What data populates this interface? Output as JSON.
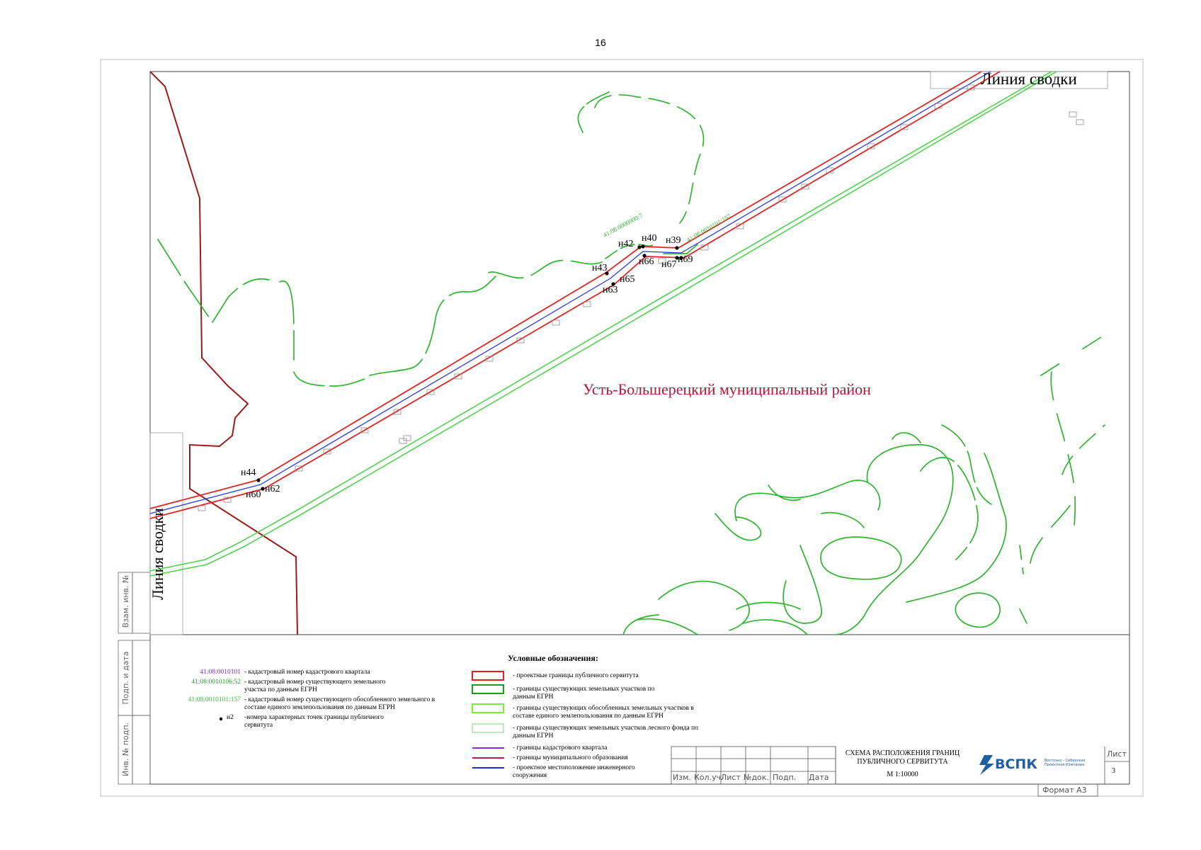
{
  "page_number": "16",
  "map": {
    "summary_line_label": "Линия сводки",
    "district_label": "Усть-Большерецкий муниципальный район",
    "parcel_labels": [
      "41:08:0000000:7",
      "41:08:0010101:157"
    ],
    "points": [
      "н39",
      "н40",
      "н42",
      "н43",
      "н44",
      "н60",
      "н62",
      "н63",
      "н65",
      "н66",
      "н67",
      "н69"
    ]
  },
  "side_stamp": {
    "vzam": "Взам. инв. №",
    "podp_data": "Подп. и дата",
    "inv_podp": "Инв. № подп."
  },
  "legend": {
    "title": "Условные обозначения:",
    "left": [
      {
        "code": "41:08:0010101",
        "text": "- кадастровый номер кадастрового квартала",
        "color": "#7a2bb8"
      },
      {
        "code": "41:08:0010106:52",
        "text": "- кадастровый номер существующего земельного участка по данным ЕГРН",
        "color": "#2e9a2e"
      },
      {
        "code": "41:08:0010101:157",
        "text": "- кадастровый номер существующего обособленного земельного в составе единого землепользования  по данным ЕГРН",
        "color": "#3dbb3d"
      },
      {
        "code": "н2",
        "text": "-номера характерных точек границы публичного сервитута",
        "color": "#000000"
      }
    ],
    "right": [
      {
        "text": "- проектные границы публичного сервитута",
        "color": "#e02020"
      },
      {
        "text": "- границы существующих земельных участков по данным ЕГРН",
        "color": "#1e9a1e"
      },
      {
        "text": "- границы существующих обособленных земельных участков в составе единого землепользования по данным ЕГРН",
        "color": "#7dea3c"
      },
      {
        "text": "- границы существующих земельных участков лесного фонда по данным ЕГРН",
        "color": "#9ad69a"
      },
      {
        "text": "- границы кадастрового квартала",
        "color": "#8a2be2"
      },
      {
        "text": "- границы муниципального образования",
        "color": "#c0144a"
      },
      {
        "text": "- проектное местоположение инженерного сооружения",
        "color": "#1a2ee0"
      }
    ]
  },
  "title_block": {
    "title": "СХЕМА РАСПОЛОЖЕНИЯ ГРАНИЦ ПУБЛИЧНОГО СЕРВИТУТА",
    "scale": "М 1:10000",
    "headers": [
      "Изм.",
      "Кол.уч.",
      "Лист",
      "№док.",
      "Подп.",
      "Дата"
    ],
    "sheet_label": "Лист",
    "sheet_number": "3",
    "logo_text": "ВСПК",
    "logo_sub": "Восточно - Сибирская Проектная Компания",
    "format": "Формат А3"
  }
}
